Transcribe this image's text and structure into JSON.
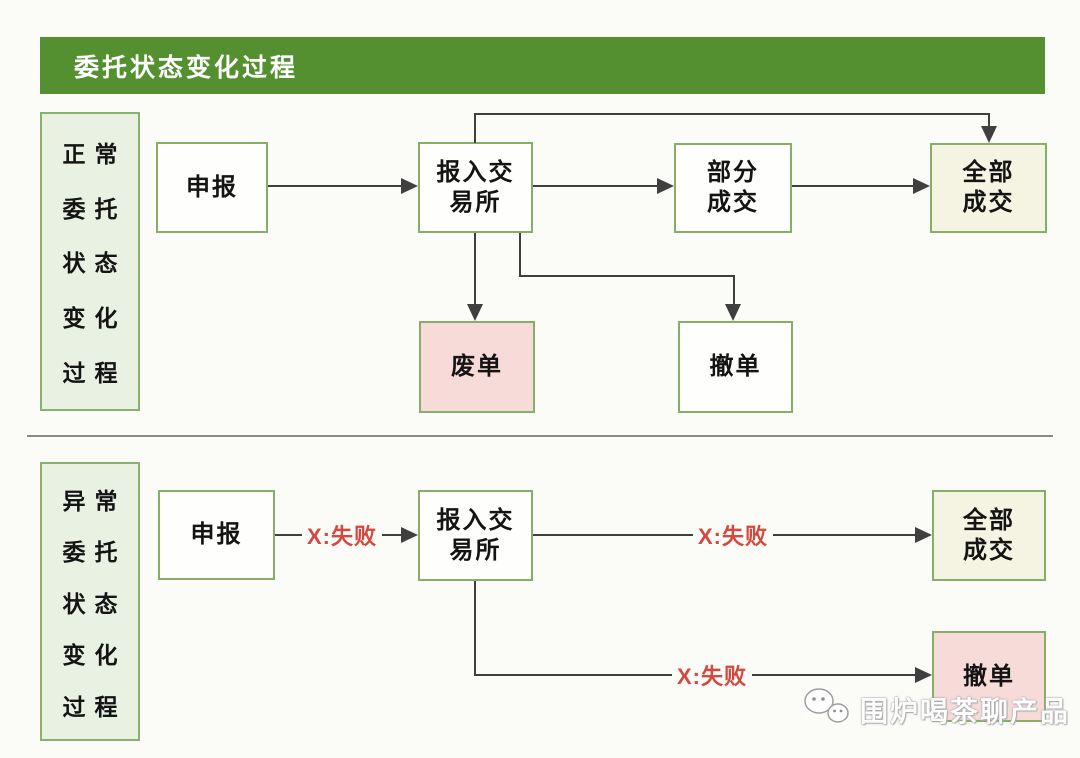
{
  "header": {
    "title": "委托状态变化过程"
  },
  "sections": {
    "normal": {
      "sidebar_lines": [
        "正常",
        "委托",
        "状态",
        "变化",
        "过程"
      ],
      "nodes": {
        "declare": "申报",
        "exchange": "报入交\n易所",
        "partial": "部分\n成交",
        "full": "全部\n成交",
        "invalid": "废单",
        "cancel": "撤单"
      }
    },
    "abnormal": {
      "sidebar_lines": [
        "异常",
        "委托",
        "状态",
        "变化",
        "过程"
      ],
      "nodes": {
        "declare": "申报",
        "exchange": "报入交\n易所",
        "full": "全部\n成交",
        "cancel": "撤单"
      }
    }
  },
  "labels": {
    "fail": "X:失败"
  },
  "watermark": {
    "text": "围炉喝茶聊产品",
    "icon": "wechat-icon"
  },
  "colors": {
    "header_bg": "#549030",
    "header_text": "#ffffff",
    "sidebar_bg": "#e9f1e2",
    "box_border": "#86ae67",
    "box_white": "#fefefc",
    "box_cream": "#f5f3e1",
    "box_pink": "#f6dbd8",
    "connector": "#3f3f3f",
    "fail_text": "#d4493f",
    "divider": "#8a8a8a"
  }
}
